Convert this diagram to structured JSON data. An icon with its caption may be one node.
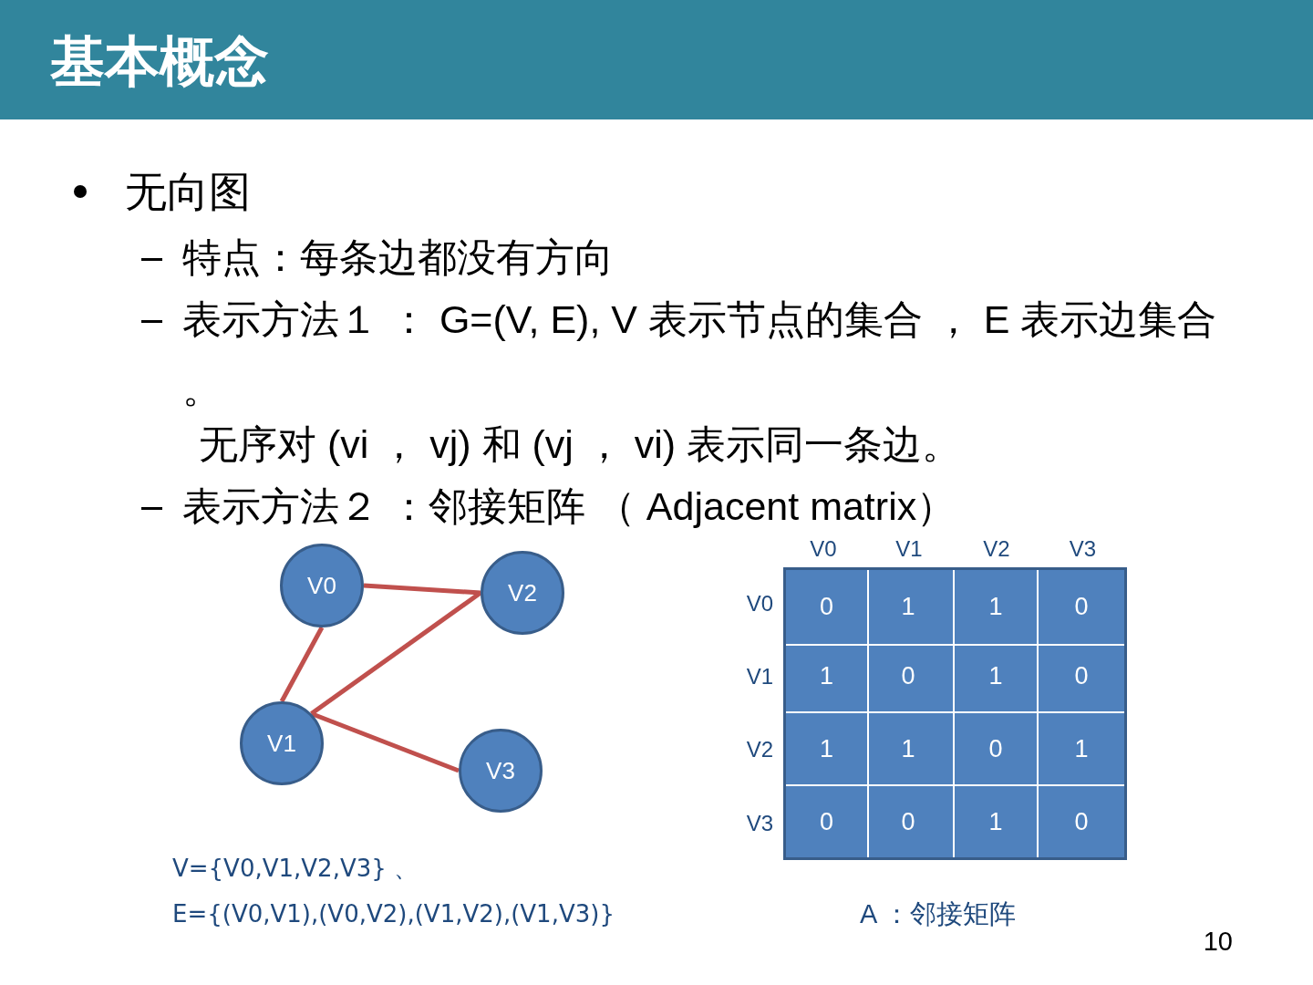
{
  "diagram": {
    "title": "基本概念",
    "nodes": [
      {
        "text": [
          "V0"
        ]
      },
      {
        "text": [
          "V2"
        ]
      },
      {
        "text": [
          "V1"
        ]
      },
      {
        "text": [
          "V3"
        ]
      }
    ],
    "edges": [
      {
        "from": 0,
        "to": 1,
        "arrow": "none"
      },
      {
        "from": 0,
        "to": 2,
        "arrow": "none"
      },
      {
        "from": 2,
        "to": 1,
        "arrow": "none"
      },
      {
        "from": 2,
        "to": 3,
        "arrow": "none"
      }
    ],
    "labels": [
      "无向图",
      "特点：每条边都没有方向",
      "表示方法１ ： G=(V, E), V 表示节点的集合 ， E 表示边集合。",
      "无序对 (vi ， vj) 和 (vj ， vi) 表示同一条边。",
      "表示方法２ ：邻接矩阵 （ Adjacent matrix）",
      "V0",
      "V1",
      "V2",
      "V3",
      "V0",
      "0",
      "1",
      "1",
      "0",
      "V1",
      "1",
      "0",
      "1",
      "0",
      "V2",
      "1",
      "1",
      "0",
      "1",
      "V3",
      "0",
      "0",
      "1",
      "0",
      "V={V0,V1,V2,V3} 、",
      "E={(V0,V1),(V0,V2),(V1,V2),(V1,V3)}",
      "A ：邻接矩阵",
      "10"
    ]
  }
}
